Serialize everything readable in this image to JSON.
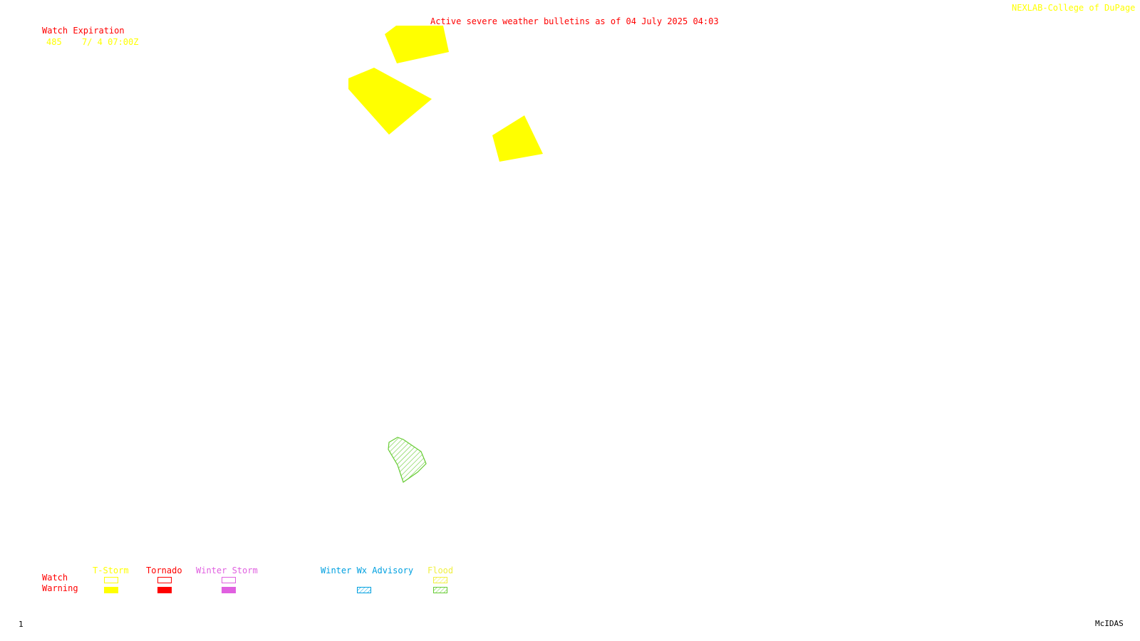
{
  "header": {
    "bulletin_title": "Active severe weather bulletins as of 04 July 2025 04:03",
    "credit": "NEXLAB-College of DuPage R"
  },
  "watch_expiration": {
    "title": "Watch Expiration",
    "entries": [
      {
        "number": "485",
        "expires": "7/ 4 07:00Z"
      }
    ]
  },
  "legend": {
    "row_labels": {
      "watch": "Watch",
      "warning": "Warning"
    },
    "categories": [
      {
        "label": "T-Storm",
        "color": "#ffff00",
        "watch_style": "outline",
        "warning_style": "solid"
      },
      {
        "label": "Tornado",
        "color": "#ff0000",
        "watch_style": "outline",
        "warning_style": "solid"
      },
      {
        "label": "Winter Storm",
        "color": "#e060e0",
        "watch_style": "outline",
        "warning_style": "solid"
      },
      {
        "label": "Winter Wx Advisory",
        "color": "#00a0e0",
        "watch_style": "none",
        "warning_style": "hatched"
      },
      {
        "label": "Flood",
        "color": "#f0f040",
        "warning_color": "#66cc33",
        "watch_style": "hatched",
        "warning_style": "hatched"
      }
    ]
  },
  "colors": {
    "title_red": "#ff0000",
    "credit_yellow": "#ffff00",
    "tstorm_warning": "#ffff00",
    "flood_warning": "#66cc33",
    "text_black": "#000000"
  },
  "map": {
    "features": [
      {
        "type": "tstorm-warning",
        "name": "tstorm-warning-polygon-north"
      },
      {
        "type": "tstorm-warning",
        "name": "tstorm-warning-polygon-west"
      },
      {
        "type": "tstorm-warning",
        "name": "tstorm-warning-polygon-east"
      },
      {
        "type": "flood-warning",
        "name": "flood-warning-polygon"
      }
    ]
  },
  "footer": {
    "frame_number": "1",
    "software": "McIDAS"
  }
}
